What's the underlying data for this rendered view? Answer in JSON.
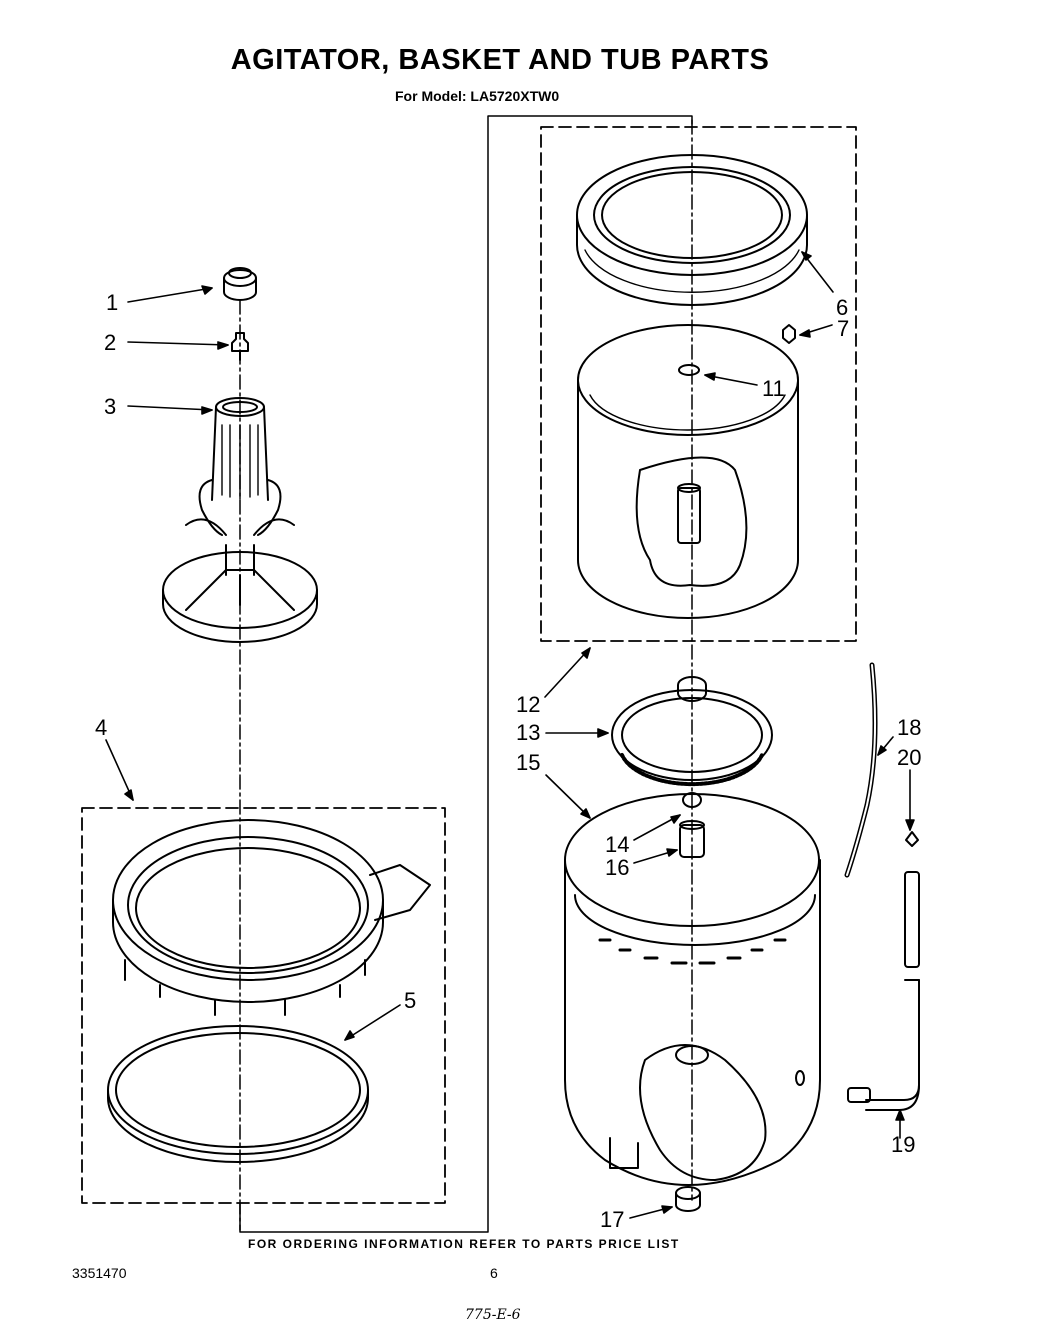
{
  "header": {
    "title": "AGITATOR, BASKET AND TUB PARTS",
    "subtitle": "For Model: LA5720XTW0"
  },
  "callouts": [
    "1",
    "2",
    "3",
    "4",
    "5",
    "6",
    "7",
    "11",
    "12",
    "13",
    "15",
    "14",
    "16",
    "17",
    "18",
    "20",
    "19"
  ],
  "footer": {
    "ordering_note": "FOR ORDERING INFORMATION REFER TO PARTS PRICE LIST",
    "document_number": "3351470",
    "page_number": "6",
    "handwritten_note": "775-E-6"
  }
}
